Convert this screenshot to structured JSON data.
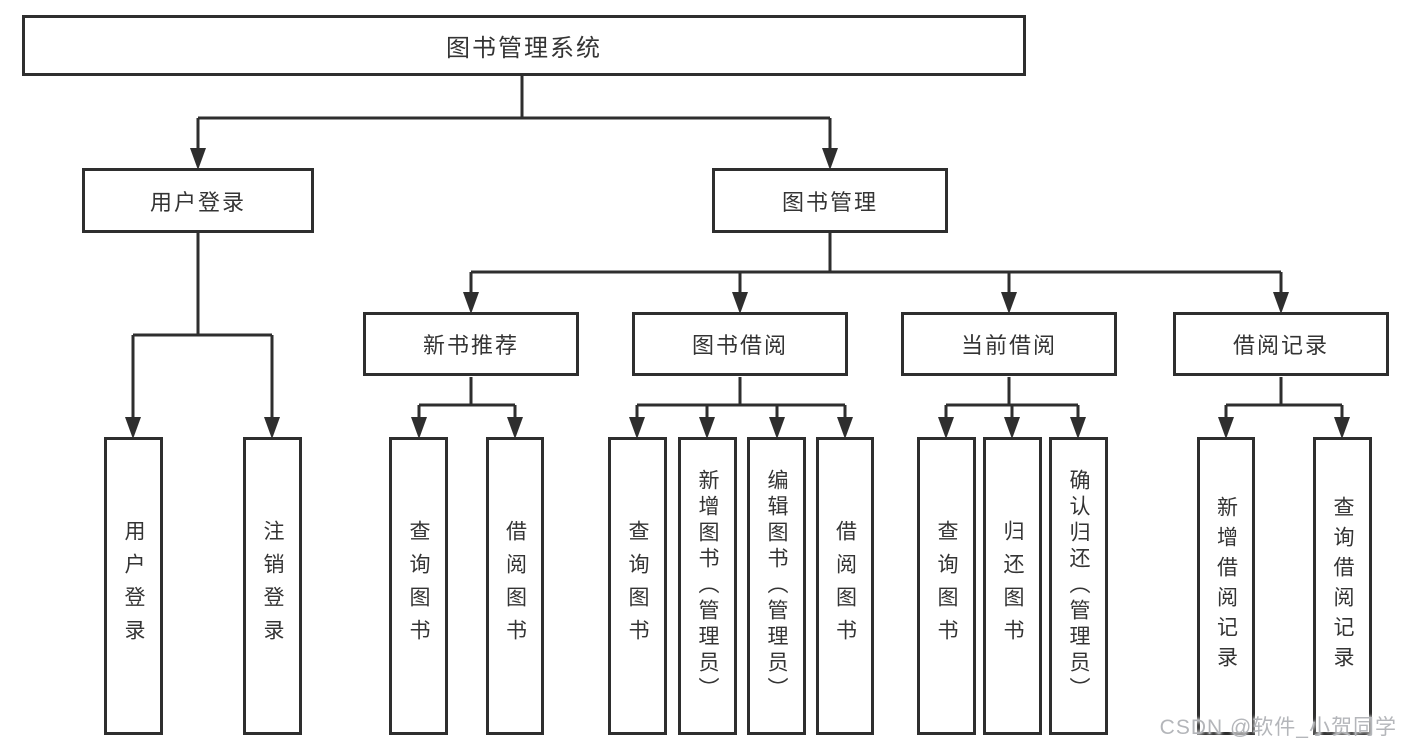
{
  "diagram": {
    "root": {
      "label": "图书管理系统"
    },
    "branches": [
      {
        "label": "用户登录",
        "children": [
          {
            "label": "用户登录"
          },
          {
            "label": "注销登录"
          }
        ]
      },
      {
        "label": "图书管理",
        "children": [
          {
            "label": "新书推荐",
            "children": [
              {
                "label": "查询图书"
              },
              {
                "label": "借阅图书"
              }
            ]
          },
          {
            "label": "图书借阅",
            "children": [
              {
                "label": "查询图书"
              },
              {
                "label": "新增图书（管理员）"
              },
              {
                "label": "编辑图书（管理员）"
              },
              {
                "label": "借阅图书"
              }
            ]
          },
          {
            "label": "当前借阅",
            "children": [
              {
                "label": "查询图书"
              },
              {
                "label": "归还图书"
              },
              {
                "label": "确认归还（管理员）"
              }
            ]
          },
          {
            "label": "借阅记录",
            "children": [
              {
                "label": "新增借阅记录"
              },
              {
                "label": "查询借阅记录"
              }
            ]
          }
        ]
      }
    ]
  },
  "colors": {
    "line": "#2e2e2e",
    "text": "#343434",
    "background": "#ffffff",
    "watermark_text": "#b4b6ba"
  },
  "watermark": {
    "text": "CSDN @软件_小贺同学"
  }
}
